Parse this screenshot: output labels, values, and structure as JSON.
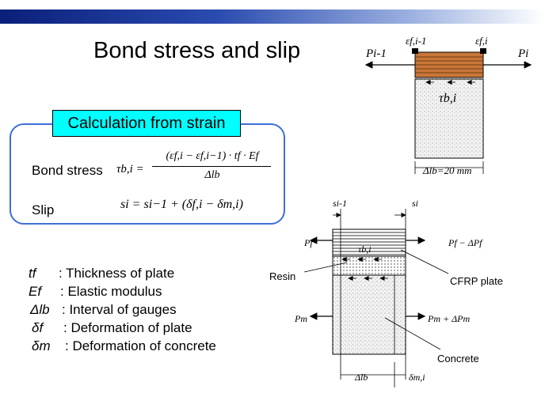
{
  "title": "Bond stress and slip",
  "calc": {
    "label": "Calculation from strain",
    "bond_stress_label": "Bond stress",
    "slip_label": "Slip",
    "bond_lhs": "τb,i =",
    "bond_numerator": "(εf,i − εf,i−1) · tf · Ef",
    "bond_denominator": "Δlb",
    "slip_equation": "si = si−1 + (δf,i − δm,i)"
  },
  "legend": [
    {
      "symbol": "tf",
      "text": ": Thickness of plate"
    },
    {
      "symbol": "Ef",
      "text": ": Elastic modulus"
    },
    {
      "symbol": "Δlb",
      "text": ": Interval of gauges"
    },
    {
      "symbol": "δf",
      "text": ": Deformation of plate"
    },
    {
      "symbol": "δm",
      "text": ": Deformation of concrete"
    }
  ],
  "diagram_top": {
    "p_left": "Pi-1",
    "p_right": "Pi",
    "strain_left": "εf,i-1",
    "strain_right": "εf,i",
    "tau": "τb,i",
    "interval": "Δlb=20 mm"
  },
  "diagram_bottom": {
    "s_left": "si-1",
    "s_right": "si",
    "pf_left": "Pf",
    "pf_right": "Pf − ΔPf",
    "tau": "τb,i",
    "resin": "Resin",
    "cfrp": "CFRP plate",
    "pm_left": "Pm",
    "pm_right": "Pm + ΔPm",
    "concrete": "Concrete",
    "dlb": "Δlb",
    "dm": "δm,i"
  },
  "colors": {
    "accent_blue": "#3d6fd6",
    "label_bg": "#00ffff",
    "cfrp_brown": "#c8763a",
    "concrete_gray": "#e8e8e8"
  }
}
